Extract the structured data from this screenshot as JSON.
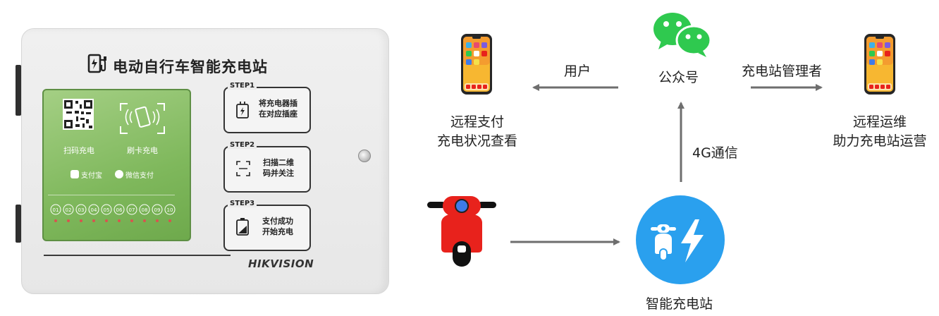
{
  "device": {
    "title": "电动自行车智能充电站",
    "scan_label": "扫码充电",
    "card_label": "刷卡充电",
    "alipay_label": "支付宝",
    "wechat_pay_label": "微信支付",
    "ports": [
      "01",
      "02",
      "03",
      "04",
      "05",
      "06",
      "07",
      "08",
      "09",
      "10"
    ],
    "steps": [
      {
        "tag": "STEP1",
        "text_line1": "将充电器插",
        "text_line2": "在对应插座"
      },
      {
        "tag": "STEP2",
        "text_line1": "扫描二维",
        "text_line2": "码并关注"
      },
      {
        "tag": "STEP3",
        "text_line1": "支付成功",
        "text_line2": "开始充电"
      }
    ],
    "brand": "HIKVISION"
  },
  "diagram": {
    "nodes": {
      "wechat": {
        "label": "公众号",
        "icon": "wechat-icon"
      },
      "user_phone": {
        "label_line1": "远程支付",
        "label_line2": "充电状况查看",
        "icon": "smartphone-icon"
      },
      "admin_phone": {
        "label_line1": "远程运维",
        "label_line2": "助力充电站运营",
        "icon": "smartphone-icon"
      },
      "scooter": {
        "icon": "scooter-icon"
      },
      "station": {
        "label": "智能充电站",
        "icon": "charging-station-icon"
      }
    },
    "edges": {
      "wechat_to_user": "用户",
      "wechat_to_admin": "充电站管理者",
      "station_to_wechat": "4G通信"
    },
    "colors": {
      "wechat_green": "#2fc94f",
      "station_blue": "#2aa0ee",
      "scooter_red": "#e8221c",
      "arrow_gray": "#6e6e6e"
    }
  }
}
